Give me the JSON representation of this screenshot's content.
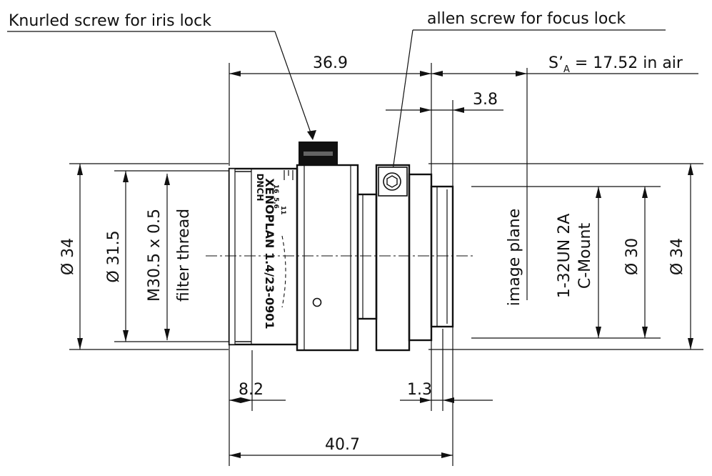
{
  "callouts": {
    "iris_lock": "Knurled screw for iris lock",
    "focus_lock": "allen screw for focus lock"
  },
  "dimensions": {
    "len_36_9": "36.9",
    "back_focus": "S’A = 17.52 in air",
    "back_focus_main": "S’",
    "back_focus_sub": "A",
    "back_focus_value": " = 17.52 in air",
    "len_3_8": "3.8",
    "len_8_2": "8.2",
    "len_1_3": "1.3",
    "len_40_7": "40.7",
    "dia_34_left": "Ø 34",
    "dia_31_5": "Ø 31.5",
    "dia_30": "Ø 30",
    "dia_34_right": "Ø 34"
  },
  "labels": {
    "filter_thread_1": "M30.5 x 0.5",
    "filter_thread_2": "filter thread",
    "image_plane": "image plane",
    "mount_1": "1-32UN 2A",
    "mount_2": "C-Mount"
  },
  "lens_engraving": {
    "brand": "XENOPLAN 1.4/23-0901",
    "maker_fragment": "DNCH",
    "aperture_scale": [
      "16",
      "5.6",
      "11"
    ]
  }
}
